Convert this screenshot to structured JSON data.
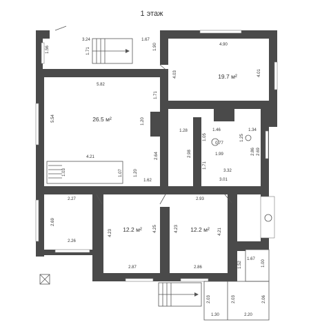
{
  "title": "1 этаж",
  "areas": {
    "room_top_right": "19.7 м²",
    "room_main": "26.5 м²",
    "room_bottom_left": "12.2 м²",
    "room_bottom_right": "12.2 м²"
  },
  "dims": {
    "d324": "3.24",
    "d167a": "1.67",
    "d490": "4.90",
    "d156": "1.56",
    "d171a": "1.71",
    "d190": "1.90",
    "d403": "4.03",
    "d401": "4.01",
    "d582": "5.82",
    "d171b": "1.71",
    "d554": "5.54",
    "d120a": "1.20",
    "d128": "1.28",
    "d146": "1.46",
    "d134": "1.34",
    "d105": "1.05",
    "d077": "0.77",
    "d125": "1.25",
    "d298": "2.98",
    "d199": "1.99",
    "d286a": "2.86",
    "d269a": "2.69",
    "d264": "2.64",
    "d421a": "4.21",
    "d103": "1.03",
    "d107": "1.07",
    "d120b": "1.20",
    "d171c": "1.71",
    "d332": "3.32",
    "d162": "1.62",
    "d301": "3.01",
    "d227": "2.27",
    "d293": "2.93",
    "d269b": "2.69",
    "d226": "2.26",
    "d423a": "4.23",
    "d425": "4.25",
    "d423b": "4.23",
    "d421b": "4.21",
    "d287": "2.87",
    "d286b": "2.86",
    "d167b": "1.67",
    "d100": "1.00",
    "d152": "1.52",
    "d203a": "2.03",
    "d203b": "2.03",
    "d206": "2.06",
    "d130": "1.30",
    "d220": "2.20"
  }
}
